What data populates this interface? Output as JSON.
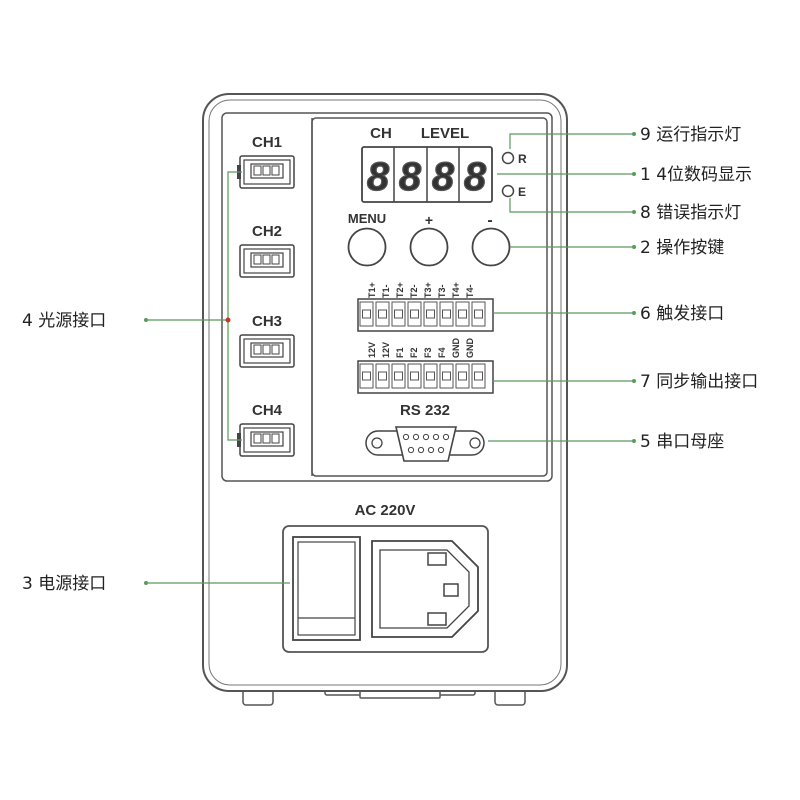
{
  "panel": {
    "channels": [
      "CH1",
      "CH2",
      "CH3",
      "CH4"
    ],
    "display_ch": "CH",
    "display_level": "LEVEL",
    "led_r": "R",
    "led_e": "E",
    "digits": [
      "8",
      "8",
      "8",
      "8"
    ],
    "buttons": [
      "MENU",
      "+",
      "-"
    ],
    "trigger_pins": [
      "T1+",
      "T1-",
      "T2+",
      "T2-",
      "T3+",
      "T3-",
      "T4+",
      "T4-"
    ],
    "output_pins": [
      "12V",
      "12V",
      "F1",
      "F2",
      "F3",
      "F4",
      "GND",
      "GND"
    ],
    "rs232": "RS 232",
    "ac": "AC 220V"
  },
  "callouts": {
    "c9": "9 运行指示灯",
    "c1": "1 4位数码显示",
    "c8": "8 错误指示灯",
    "c2": "2 操作按键",
    "c6": "6 触发接口",
    "c7": "7 同步输出接口",
    "c5": "5 串口母座",
    "c4": "4 光源接口",
    "c3": "3 电源接口"
  },
  "colors": {
    "leader": "#5a9a5a",
    "outline": "#555555",
    "dot": "#c0392b"
  }
}
